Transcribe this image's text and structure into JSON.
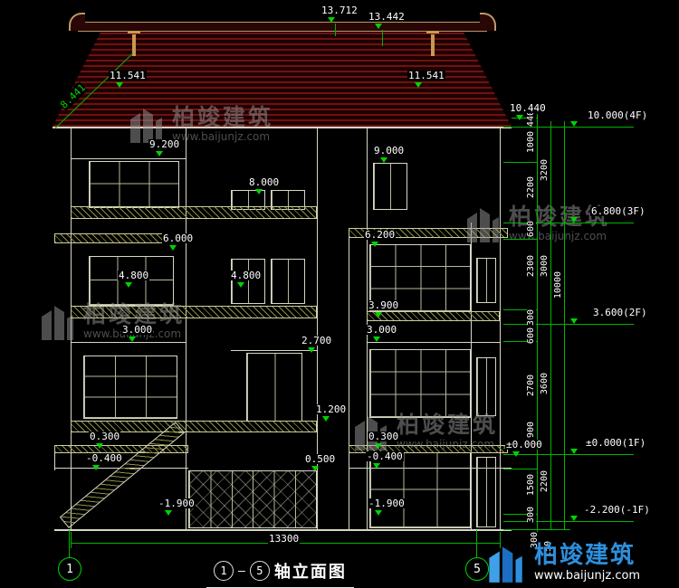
{
  "colors": {
    "background": "#000000",
    "dimension_green": "#00d400",
    "line_white": "#d7d7c6",
    "roof_red": "#6e1212",
    "hatch_yellow": "#8f8f46",
    "brand_blue": "#2e8fdd",
    "watermark_gray": "#9a9a9a"
  },
  "watermark": {
    "brand": "柏竣建筑",
    "url": "www.baijunjz.com"
  },
  "footer_brand": {
    "brand": "柏竣建筑",
    "url": "www.baijunjz.com"
  },
  "title": {
    "axis_start": "1",
    "dash": "—",
    "axis_end": "5",
    "text": "轴立面图"
  },
  "axis_bubbles": {
    "left": "1",
    "right": "5"
  },
  "bottom_dim": {
    "total_width": "13300"
  },
  "diagonal_dim": {
    "t": "8.441"
  },
  "elevation_marks": [
    {
      "t": "13.712"
    },
    {
      "t": "13.442"
    },
    {
      "t": "11.541"
    },
    {
      "t": "11.541"
    },
    {
      "t": "10.440"
    },
    {
      "t": "9.200"
    },
    {
      "t": "9.000"
    },
    {
      "t": "8.000"
    },
    {
      "t": "6.000"
    },
    {
      "t": "6.200"
    },
    {
      "t": "4.800"
    },
    {
      "t": "4.800"
    },
    {
      "t": "3.900"
    },
    {
      "t": "3.000"
    },
    {
      "t": "3.000"
    },
    {
      "t": "2.700"
    },
    {
      "t": "1.200"
    },
    {
      "t": "0.300"
    },
    {
      "t": "0.300"
    },
    {
      "t": "-0.400"
    },
    {
      "t": "0.500"
    },
    {
      "t": "-0.400"
    },
    {
      "t": "-1.900"
    },
    {
      "t": "-1.900"
    },
    {
      "t": "±0.000"
    }
  ],
  "right_levels": [
    {
      "t": "10.000(4F)"
    },
    {
      "t": "6.800(3F)"
    },
    {
      "t": "3.600(2F)"
    },
    {
      "t": "±0.000(1F)"
    },
    {
      "t": "-2.200(-1F)"
    }
  ],
  "right_chain_inner": [
    {
      "t": "440"
    },
    {
      "t": "1000"
    },
    {
      "t": "2200"
    },
    {
      "t": "600"
    },
    {
      "t": "2300"
    },
    {
      "t": "300"
    },
    {
      "t": "600"
    },
    {
      "t": "2700"
    },
    {
      "t": "900"
    },
    {
      "t": "1500"
    },
    {
      "t": "300"
    }
  ],
  "right_chain_mid": [
    {
      "t": "3200"
    },
    {
      "t": "3000"
    },
    {
      "t": "3600"
    },
    {
      "t": "2200"
    }
  ],
  "right_chain_outer": [
    {
      "t": "10000"
    }
  ],
  "footing_dims": [
    {
      "t": "300"
    },
    {
      "t": "150"
    }
  ]
}
